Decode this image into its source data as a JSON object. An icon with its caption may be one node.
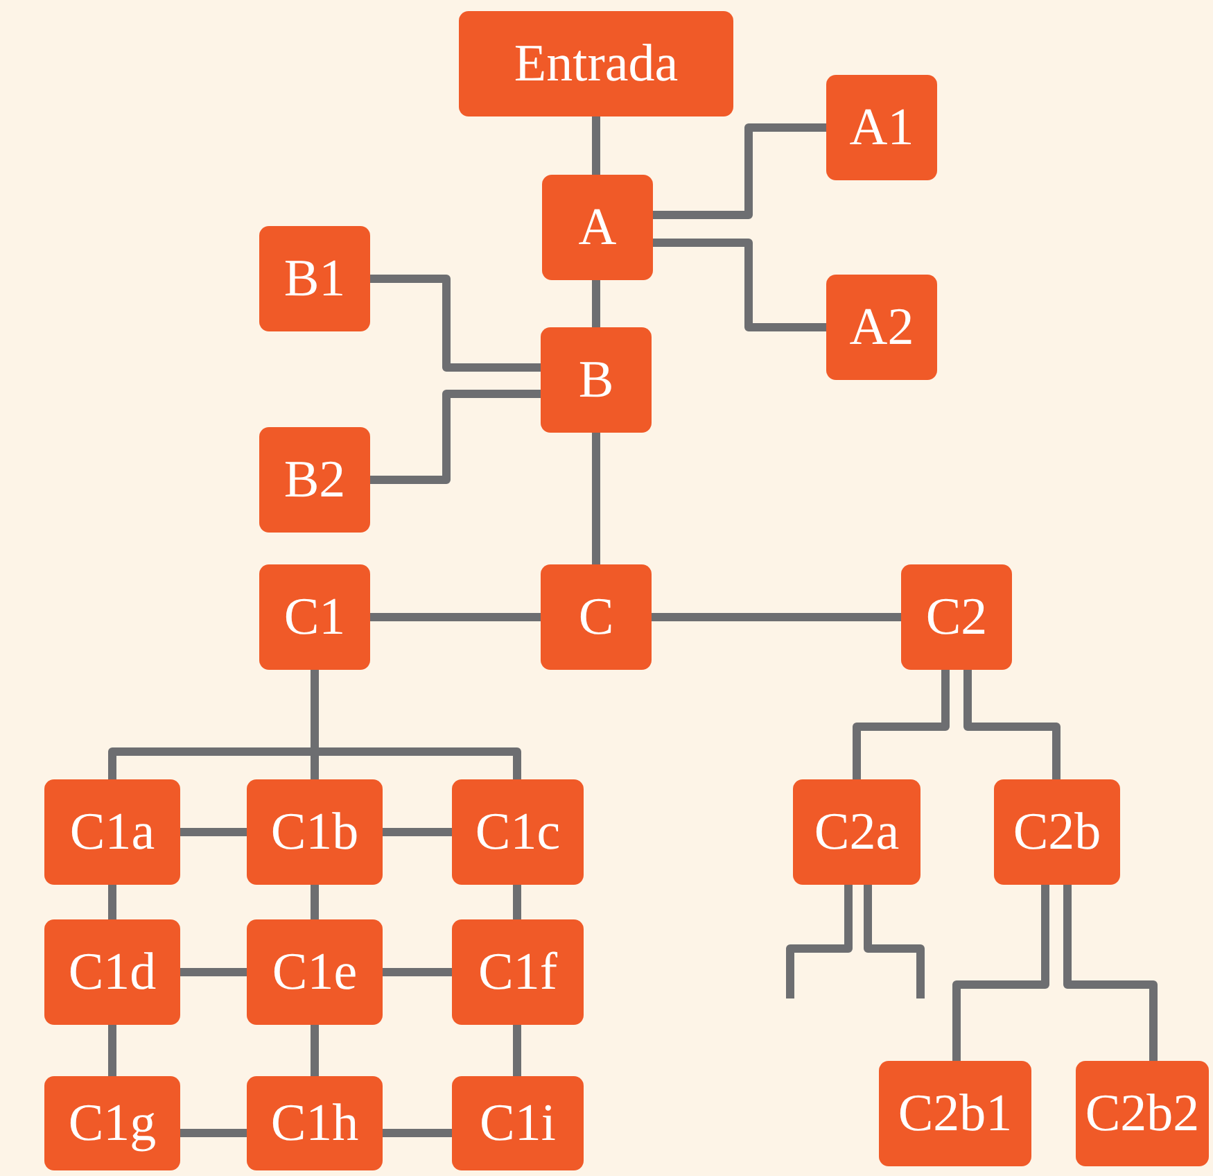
{
  "diagram": {
    "nodes": [
      {
        "text": [
          "Entrada"
        ]
      },
      {
        "text": [
          "A"
        ]
      },
      {
        "text": [
          "A1"
        ]
      },
      {
        "text": [
          "A2"
        ]
      },
      {
        "text": [
          "B1"
        ]
      },
      {
        "text": [
          "B"
        ]
      },
      {
        "text": [
          "B2"
        ]
      },
      {
        "text": [
          "C1"
        ]
      },
      {
        "text": [
          "C"
        ]
      },
      {
        "text": [
          "C2"
        ]
      },
      {
        "text": [
          "C1a"
        ]
      },
      {
        "text": [
          "C1b"
        ]
      },
      {
        "text": [
          "C1c"
        ]
      },
      {
        "text": [
          "C2a"
        ]
      },
      {
        "text": [
          "C2b"
        ]
      },
      {
        "text": [
          "C1d"
        ]
      },
      {
        "text": [
          "C1e"
        ]
      },
      {
        "text": [
          "C1f"
        ]
      },
      {
        "text": [
          "C2b1"
        ]
      },
      {
        "text": [
          "C2b2"
        ]
      },
      {
        "text": [
          "C1g"
        ]
      },
      {
        "text": [
          "C1h"
        ]
      },
      {
        "text": [
          "C1i"
        ]
      }
    ],
    "edges": [
      {
        "from": 0,
        "to": 1,
        "arrow": "none"
      },
      {
        "from": 1,
        "to": 2,
        "arrow": "none"
      },
      {
        "from": 1,
        "to": 3,
        "arrow": "none"
      },
      {
        "from": 5,
        "to": 4,
        "arrow": "none"
      },
      {
        "from": 5,
        "to": 6,
        "arrow": "none"
      },
      {
        "from": 1,
        "to": 5,
        "arrow": "none"
      },
      {
        "from": 5,
        "to": 8,
        "arrow": "none"
      },
      {
        "from": 8,
        "to": 7,
        "arrow": "none"
      },
      {
        "from": 8,
        "to": 9,
        "arrow": "none"
      },
      {
        "from": 7,
        "to": 10,
        "arrow": "none"
      },
      {
        "from": 7,
        "to": 11,
        "arrow": "none"
      },
      {
        "from": 7,
        "to": 12,
        "arrow": "none"
      },
      {
        "from": 10,
        "to": 11,
        "arrow": "none"
      },
      {
        "from": 11,
        "to": 12,
        "arrow": "none"
      },
      {
        "from": 10,
        "to": 15,
        "arrow": "none"
      },
      {
        "from": 11,
        "to": 16,
        "arrow": "none"
      },
      {
        "from": 12,
        "to": 17,
        "arrow": "none"
      },
      {
        "from": 15,
        "to": 16,
        "arrow": "none"
      },
      {
        "from": 16,
        "to": 17,
        "arrow": "none"
      },
      {
        "from": 15,
        "to": 20,
        "arrow": "none"
      },
      {
        "from": 16,
        "to": 21,
        "arrow": "none"
      },
      {
        "from": 17,
        "to": 22,
        "arrow": "none"
      },
      {
        "from": 20,
        "to": 21,
        "arrow": "none"
      },
      {
        "from": 21,
        "to": 22,
        "arrow": "none"
      },
      {
        "from": 9,
        "to": 13,
        "arrow": "none"
      },
      {
        "from": 9,
        "to": 14,
        "arrow": "none"
      },
      {
        "from": 14,
        "to": 18,
        "arrow": "none"
      },
      {
        "from": 14,
        "to": 19,
        "arrow": "none"
      },
      {
        "from": 13,
        "to": null,
        "arrow": "none"
      },
      {
        "from": 13,
        "to": null,
        "arrow": "none"
      }
    ]
  }
}
